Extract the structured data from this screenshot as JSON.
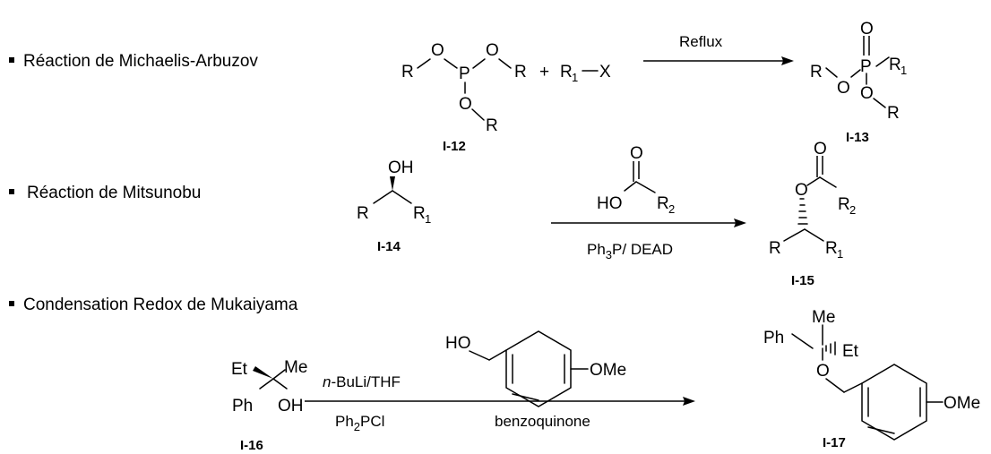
{
  "reactions": [
    {
      "title": "Réaction de Michaelis-Arbuzov",
      "reactant": {
        "id": "I-12",
        "atoms": {
          "r_left": "R",
          "o1": "O",
          "p": "P",
          "o2": "O",
          "r_right": "R",
          "o3": "O",
          "r_bottom": "R"
        }
      },
      "coreactant": {
        "plus": "+",
        "r1": "R",
        "r1_sub": "1",
        "dash": "—",
        "x": "X"
      },
      "conditions_above": "Reflux",
      "product": {
        "id": "I-13",
        "atoms": {
          "r_left": "R",
          "o1": "O",
          "p": "P",
          "o_top": "O",
          "r1": "R",
          "r1_sub": "1",
          "o2": "O",
          "r_bottom": "R"
        }
      }
    },
    {
      "title": "Réaction de Mitsunobu",
      "reactant": {
        "id": "I-14",
        "atoms": {
          "oh": "OH",
          "r": "R",
          "r1": "R",
          "r1_sub": "1"
        }
      },
      "reagent_above": {
        "atoms": {
          "ho": "HO",
          "o": "O",
          "r2": "R",
          "r2_sub": "2"
        }
      },
      "conditions_below": {
        "pre": "Ph",
        "sub": "3",
        "post": "P/ DEAD"
      },
      "product": {
        "id": "I-15",
        "atoms": {
          "o_ester": "O",
          "o_carbonyl": "O",
          "r2": "R",
          "r2_sub": "2",
          "r": "R",
          "r1": "R",
          "r1_sub": "1"
        }
      }
    },
    {
      "title": "Condensation Redox de Mukaiyama",
      "reactant": {
        "id": "I-16",
        "atoms": {
          "et": "Et",
          "me": "Me",
          "ph": "Ph",
          "oh": "OH"
        }
      },
      "step1": {
        "above_italic": "n",
        "above_rest": "-BuLi/THF",
        "below_pre": "Ph",
        "below_sub": "2",
        "below_post": "PCl"
      },
      "step2": {
        "reagent_atoms": {
          "ho": "HO",
          "ome": "OMe"
        },
        "below": "benzoquinone"
      },
      "product": {
        "id": "I-17",
        "atoms": {
          "me": "Me",
          "ph": "Ph",
          "et": "Et",
          "o": "O",
          "ome": "OMe"
        }
      }
    }
  ]
}
